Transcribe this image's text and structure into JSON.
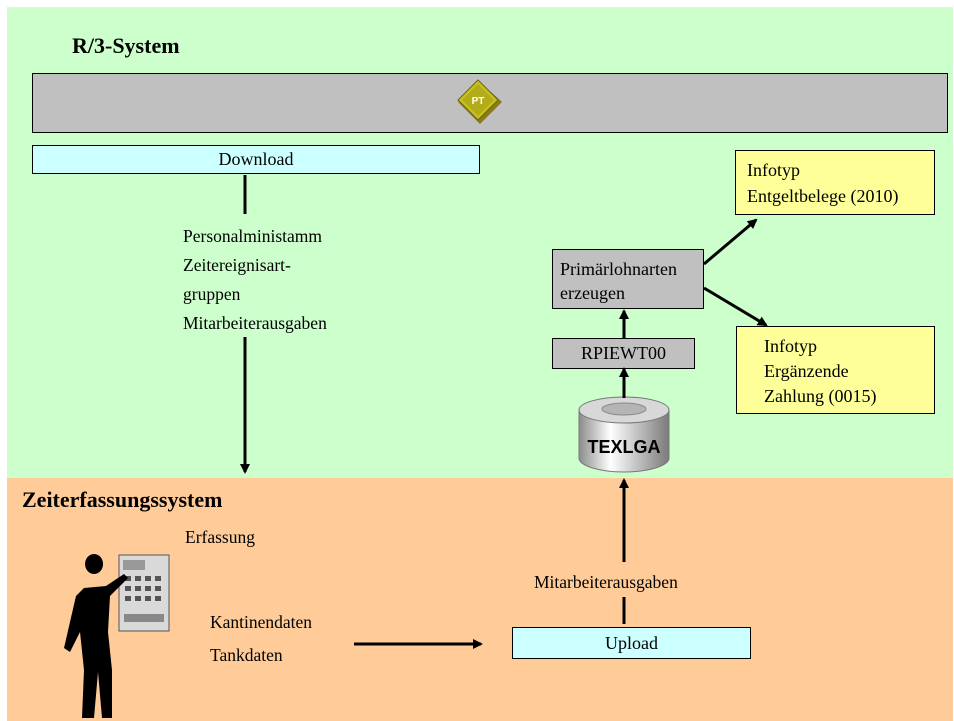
{
  "r3": {
    "title": "R/3-System",
    "badge": "PT"
  },
  "download": {
    "label": "Download"
  },
  "download_items": [
    "Personalministamm",
    "Zeitereignisart-",
    "gruppen",
    "Mitarbeiterausgaben"
  ],
  "infotyp_1": [
    "Infotyp",
    "Entgeltbelege (2010)"
  ],
  "infotyp_2": [
    "Infotyp",
    "Ergänzende",
    "Zahlung (0015)"
  ],
  "primaer": [
    "Primärlohnarten",
    "erzeugen"
  ],
  "report": {
    "label": "RPIEWT00"
  },
  "database": {
    "label": "TEXLGA"
  },
  "zeit": {
    "title": "Zeiterfassungssystem",
    "erfassung": "Erfassung"
  },
  "upload_items": {
    "kantinendaten": "Kantinendaten",
    "tankdaten": "Tankdaten"
  },
  "upload": {
    "label": "Upload",
    "mitarbeiterausgaben": "Mitarbeiterausgaben"
  },
  "colors": {
    "top_zone": "#ccffcc",
    "bottom_zone": "#ffcc99",
    "bar": "#c0c0c0",
    "download_box": "#ccffff",
    "infotyp_box": "#ffff99",
    "process_box": "#c0c0c0"
  }
}
